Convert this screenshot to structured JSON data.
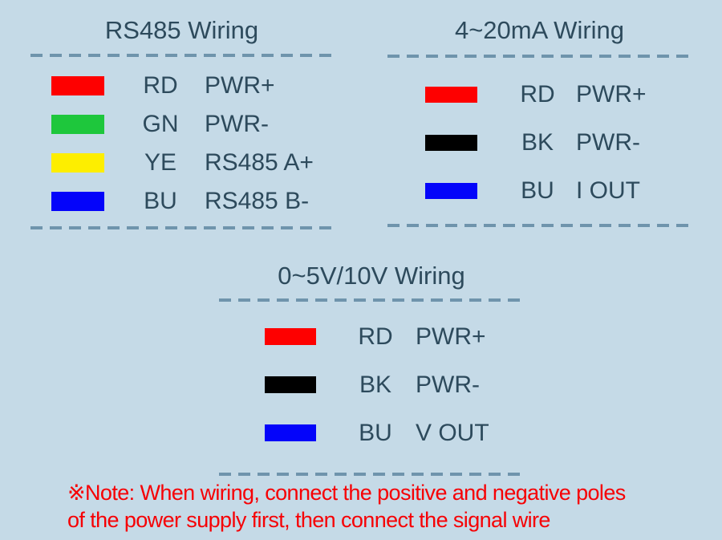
{
  "palette": {
    "background": "#c5dae7",
    "text": "#2d4a5c",
    "dash": "#6f94ac",
    "note_red": "#f60004"
  },
  "sections": [
    {
      "title": "RS485 Wiring",
      "rows": [
        {
          "swatch_icon": "red-wire-swatch",
          "color": "#fe0000",
          "code": "RD",
          "signal": "PWR+"
        },
        {
          "swatch_icon": "green-wire-swatch",
          "color": "#1ec73c",
          "code": "GN",
          "signal": "PWR-"
        },
        {
          "swatch_icon": "yellow-wire-swatch",
          "color": "#fdee00",
          "code": "YE",
          "signal": "RS485 A+"
        },
        {
          "swatch_icon": "blue-wire-swatch",
          "color": "#0404fa",
          "code": "BU",
          "signal": "RS485 B-"
        }
      ]
    },
    {
      "title": "4~20mA Wiring",
      "rows": [
        {
          "swatch_icon": "red-wire-swatch",
          "color": "#fe0000",
          "code": "RD",
          "signal": "PWR+"
        },
        {
          "swatch_icon": "black-wire-swatch",
          "color": "#000000",
          "code": "BK",
          "signal": "PWR-"
        },
        {
          "swatch_icon": "blue-wire-swatch",
          "color": "#0404fa",
          "code": "BU",
          "signal": "I OUT"
        }
      ]
    },
    {
      "title": "0~5V/10V Wiring",
      "rows": [
        {
          "swatch_icon": "red-wire-swatch",
          "color": "#fe0000",
          "code": "RD",
          "signal": "PWR+"
        },
        {
          "swatch_icon": "black-wire-swatch",
          "color": "#000000",
          "code": "BK",
          "signal": "PWR-"
        },
        {
          "swatch_icon": "blue-wire-swatch",
          "color": "#0404fa",
          "code": "BU",
          "signal": "V OUT"
        }
      ]
    }
  ],
  "note": {
    "line1": "※Note: When wiring, connect the positive and negative poles",
    "line2": "of the power supply first, then connect the signal wire"
  }
}
